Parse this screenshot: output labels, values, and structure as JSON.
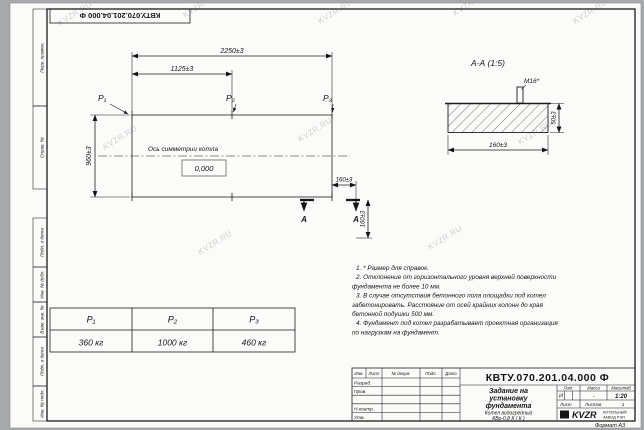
{
  "watermark": {
    "text": "KVZR.RU"
  },
  "corner_stamp": {
    "doc_number": "КВТУ.070.201.04.000 Ф"
  },
  "side_labels": [
    "Перв. примен.",
    "Справ. №",
    "Подп. и дата",
    "Инв. № дубл.",
    "Взам. инв. №",
    "Подп. и дата",
    "Инв. № подл."
  ],
  "plan": {
    "dim_width_total": "2250±3",
    "dim_width_half": "1125±3",
    "dim_depth": "960±3",
    "dim_offset_h": "160±3",
    "dim_offset_v": "160±3",
    "load_p1": "Р₁",
    "load_p2": "Р₂",
    "load_p3": "Р₃",
    "axis_label": "Ось симметрии котла",
    "elevation": "0,000",
    "section_letter_left": "А",
    "section_letter_right": "А"
  },
  "section_view": {
    "title": "А-А (1:5)",
    "bolt_label": "M16*",
    "dim_width": "160±3",
    "dim_height": "50±3"
  },
  "notes": {
    "lines": [
      "1. * Размер для справок.",
      "2. Отклонение от горизонтального уровня верхней поверхности",
      "фундамента не более 10 мм.",
      "3. В случае отсутствия бетонного пола площадки под котел",
      "забетонировать. Расстояние от осей крайних колонн до края",
      "бетонной подушки 500 мм.",
      "4. Фундамент под котел разрабатывает проектная организация",
      "по нагрузкам на фундамент."
    ]
  },
  "load_table": {
    "headers": [
      "Р₁",
      "Р₂",
      "Р₃"
    ],
    "values": [
      "360 кг",
      "1000 кг",
      "460 кг"
    ]
  },
  "title_block": {
    "doc_number": "КВТУ.070.201.04.000 Ф",
    "header_cols": [
      "Изм.",
      "Лист",
      "№ докум.",
      "Подп.",
      "Дата"
    ],
    "row_labels": [
      "Разраб.",
      "Пров.",
      "",
      "Н.контр.",
      "Утв."
    ],
    "name_lines": [
      "Задание на",
      "установку",
      "фундамента"
    ],
    "product_lines": [
      "Котел водогрейный",
      "КВр-0,8 К ( К )"
    ],
    "lit_label": "Лит.",
    "mass_label": "Масса",
    "scale_label": "Масштаб",
    "lit_value": "И",
    "mass_value": "-",
    "scale_value": "1:20",
    "sheet_label": "Лист",
    "sheets_label": "Листов",
    "sheets_value": "1",
    "logo_text": "KVZR",
    "logo_sub1": "КОТЕЛЬНЫЙ",
    "logo_sub2": "ЗАВОД РЭП",
    "format_note": "Формат А3"
  }
}
